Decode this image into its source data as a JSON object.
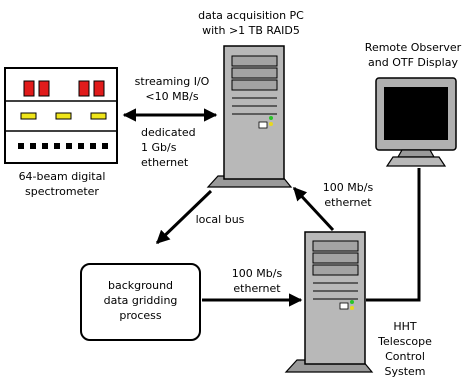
{
  "nodes": {
    "acquisition_pc": {
      "line1": "data acquisition PC",
      "line2": "with >1 TB RAID5"
    },
    "remote_observer": {
      "line1": "Remote Observer",
      "line2": "and OTF Display"
    },
    "spectrometer": {
      "line1": "64-beam digital",
      "line2": "spectrometer"
    },
    "gridding": {
      "line1": "background",
      "line2": "data gridding",
      "line3": "process"
    },
    "telescope_control": {
      "line1": "HHT",
      "line2": "Telescope",
      "line3": "Control",
      "line4": "System"
    }
  },
  "links": {
    "streaming": {
      "line1": "streaming I/O",
      "line2": "<10 MB/s"
    },
    "dedicated": {
      "line1": "dedicated",
      "line2": "1 Gb/s",
      "line3": "ethernet"
    },
    "local_bus": {
      "line1": "local bus"
    },
    "pc_to_control": {
      "line1": "100 Mb/s",
      "line2": "ethernet"
    },
    "gridding_to_control": {
      "line1": "100 Mb/s",
      "line2": "ethernet"
    }
  },
  "colors": {
    "tower": "#b8b8b8",
    "tower_dark": "#8e8e8e",
    "bay": "#a0a0a0",
    "led_green": "#29c429",
    "led_yellow": "#e8d820",
    "spec_red": "#e11b1b",
    "spec_yellow": "#efe51a",
    "screen": "#000000"
  }
}
